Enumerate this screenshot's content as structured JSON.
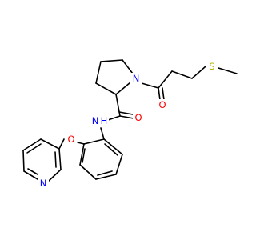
{
  "molecule": {
    "atoms": {
      "N_pyrrolidine": {
        "symbol": "N",
        "color": "#0000ff"
      },
      "O_ketone": {
        "symbol": "O",
        "color": "#ff0000"
      },
      "S_thioether": {
        "symbol": "S",
        "color": "#b2b200"
      },
      "O_amide": {
        "symbol": "O",
        "color": "#ff0000"
      },
      "N_amide": {
        "symbol": "N",
        "color": "#0000ff"
      },
      "H_amide": {
        "symbol": "H",
        "color": "#0000ff"
      },
      "O_ether": {
        "symbol": "O",
        "color": "#ff0000"
      },
      "N_pyridine": {
        "symbol": "N",
        "color": "#0000ff"
      }
    }
  }
}
